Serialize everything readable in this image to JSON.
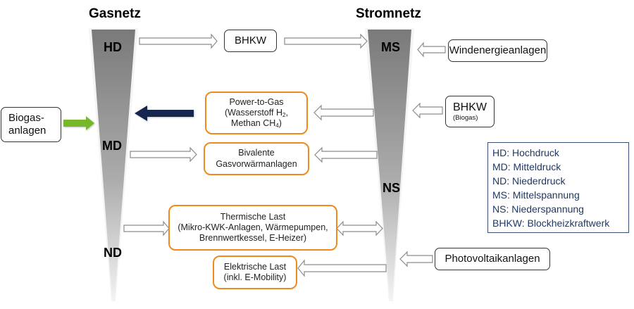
{
  "titles": {
    "gas": "Gasnetz",
    "power": "Stromnetz"
  },
  "gas_levels": [
    "HD",
    "MD",
    "ND"
  ],
  "power_levels": [
    "MS",
    "NS"
  ],
  "boxes": {
    "bhkw_top": "BHKW",
    "wind": "Windenergieanlagen",
    "biogas_line1": "Biogas-",
    "biogas_line2": "anlagen",
    "p2g_line1": "Power-to-Gas",
    "p2g_line2a": "(Wasserstoff H",
    "p2g_line2_sub": "2",
    "p2g_line2b": ",",
    "p2g_line3a": "Methan CH",
    "p2g_line3_sub": "4",
    "p2g_line3b": ")",
    "bhkw_biogas_main": "BHKW",
    "bhkw_biogas_sub": "(Biogas)",
    "bivalent_line1": "Bivalente",
    "bivalent_line2": "Gasvorwärmanlagen",
    "thermal_line1": "Thermische Last",
    "thermal_line2": "(Mikro-KWK-Anlagen, Wärmepumpen,",
    "thermal_line3": "Brennwertkessel, E-Heizer)",
    "electric_line1": "Elektrische Last",
    "electric_line2": "(inkl. E-Mobility)",
    "pv": "Photovoltaikanlagen"
  },
  "legend": [
    "HD: Hochdruck",
    "MD: Mitteldruck",
    "ND: Niederdruck",
    "MS: Mittelspannung",
    "NS: Niederspannung",
    "BHKW: Blockheizkraftwerk"
  ],
  "colors": {
    "accent_orange": "#f08a1c",
    "biogas_arrow_green": "#77b82a",
    "p2g_arrow_navy": "#13284f",
    "legend_text": "#1f3864",
    "cone_dark": "#7f7f7f",
    "cone_light": "#e8e8e8"
  }
}
